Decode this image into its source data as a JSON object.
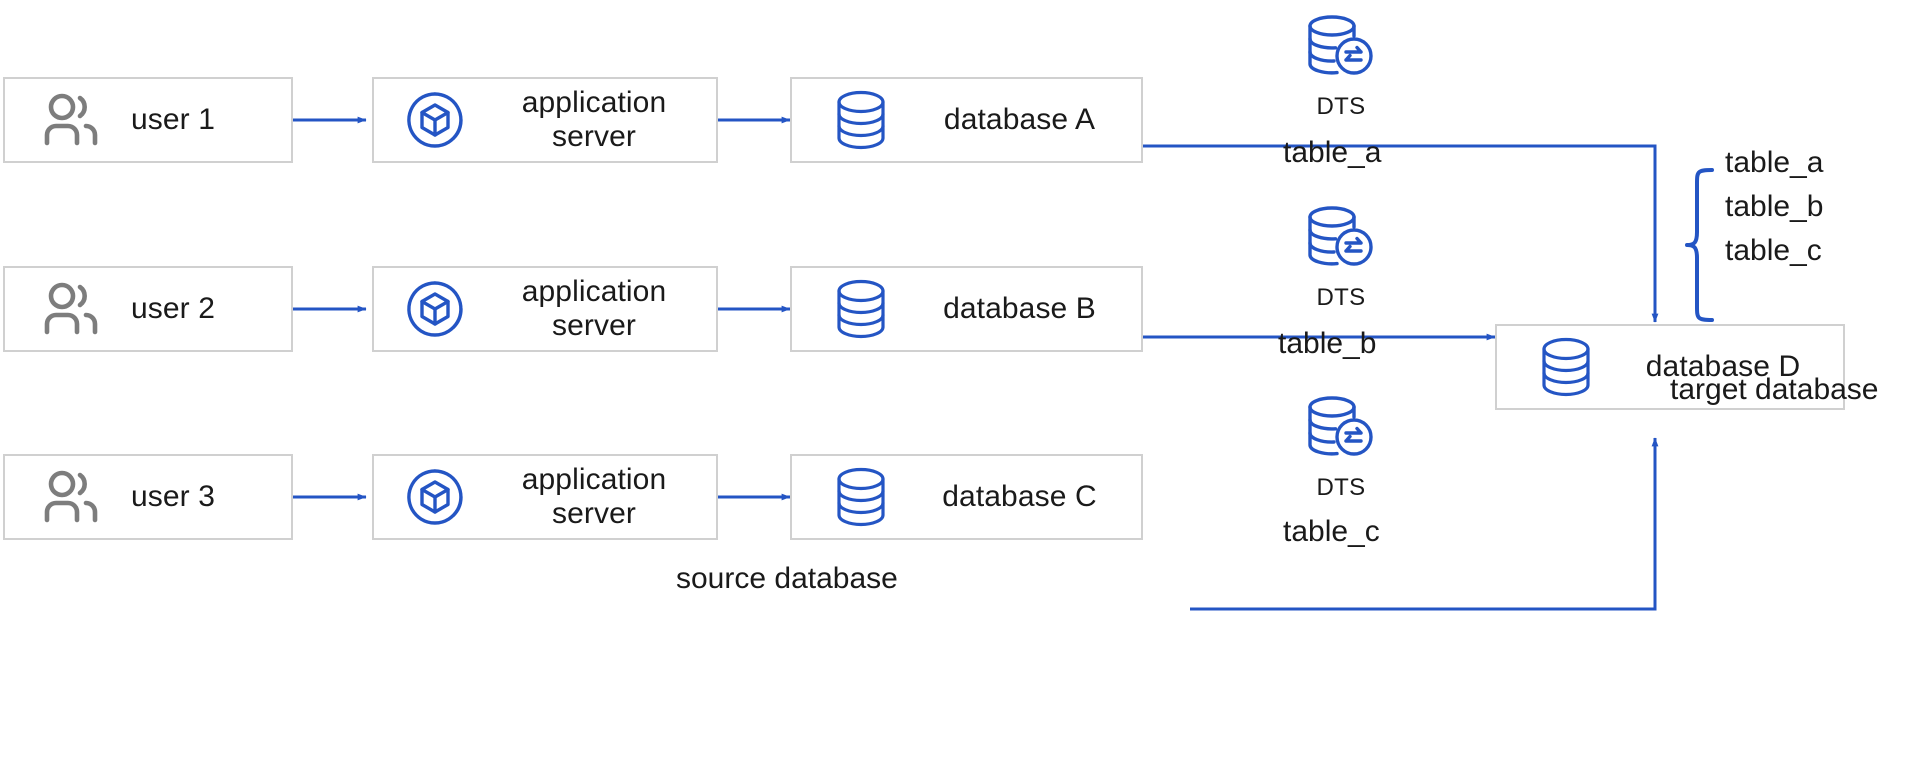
{
  "diagram": {
    "title": "DTS multi-source data aggregation",
    "accent_blue": "#2455c4",
    "box_border_gray": "#d0d0d0",
    "user_icon_gray": "#7d7d7d",
    "text_color": "#1a1a1a"
  },
  "rows": [
    {
      "user": {
        "label": "user 1",
        "icon": "users-icon"
      },
      "app": {
        "label": "application\nserver",
        "icon": "app-server-icon"
      },
      "db": {
        "label": "database A",
        "icon": "database-icon"
      },
      "dts": {
        "caption": "DTS",
        "icon": "dts-sync-icon"
      },
      "table": "table_a"
    },
    {
      "user": {
        "label": "user 2",
        "icon": "users-icon"
      },
      "app": {
        "label": "application\nserver",
        "icon": "app-server-icon"
      },
      "db": {
        "label": "database B",
        "icon": "database-icon"
      },
      "dts": {
        "caption": "DTS",
        "icon": "dts-sync-icon"
      },
      "table": "table_b"
    },
    {
      "user": {
        "label": "user 3",
        "icon": "users-icon"
      },
      "app": {
        "label": "application\nserver",
        "icon": "app-server-icon"
      },
      "db": {
        "label": "database C",
        "icon": "database-icon"
      },
      "dts": {
        "caption": "DTS",
        "icon": "dts-sync-icon"
      },
      "table": "table_c"
    }
  ],
  "target": {
    "label": "database D",
    "icon": "database-icon",
    "caption": "target database",
    "tables": "table_a\ntable_b\ntable_c"
  },
  "captions": {
    "source_database": "source database"
  }
}
